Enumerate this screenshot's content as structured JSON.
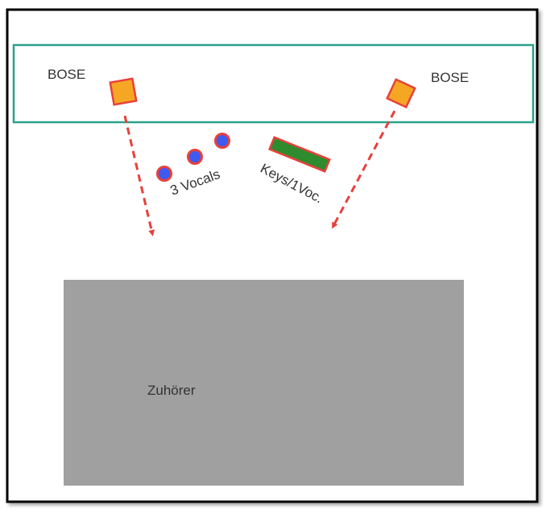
{
  "diagram": {
    "stage_label": "",
    "speaker_left_label": "BOSE",
    "speaker_right_label": "BOSE",
    "vocals_label": "3 Vocals",
    "keys_label": "Keys/1Voc.",
    "audience_label": "Zuhörer"
  },
  "colors": {
    "frame": "#000000",
    "stage_border": "#2aa18a",
    "speaker_fill": "#f5a623",
    "speaker_border": "#e8403a",
    "arrow": "#e8403a",
    "vocal_fill": "#3d5af1",
    "vocal_border": "#e8403a",
    "keys_fill": "#2e8b2e",
    "keys_border": "#e8403a",
    "audience_fill": "#a0a0a0"
  },
  "icons": {
    "speaker": "square-speaker-icon",
    "vocal": "circle-mic-icon",
    "keys": "rect-keyboard-icon"
  }
}
